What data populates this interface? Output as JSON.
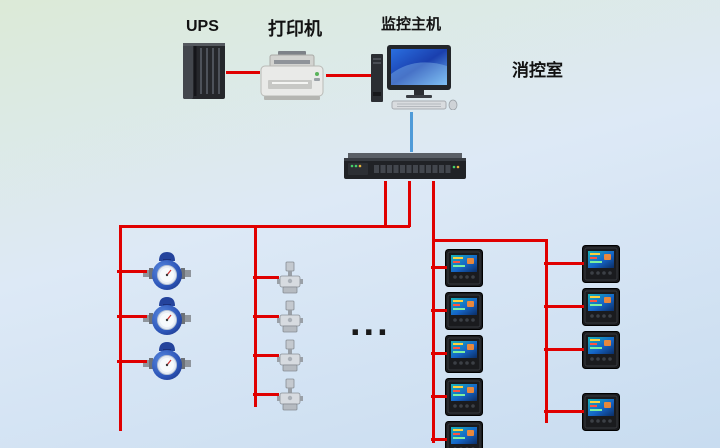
{
  "labels": {
    "ups": "UPS",
    "printer": "打印机",
    "monitor_host": "监控主机",
    "control_room": "消控室",
    "ellipsis": "..."
  },
  "devices": {
    "water_meter_count": 3,
    "valve_count": 4,
    "meter_column_a_count": 5,
    "meter_column_b_count": 4
  },
  "colors": {
    "cable": "#e00000",
    "data_link": "#4f9bd8",
    "background_top": "#eef5fc",
    "background_bottom": "#c8dcf0"
  }
}
